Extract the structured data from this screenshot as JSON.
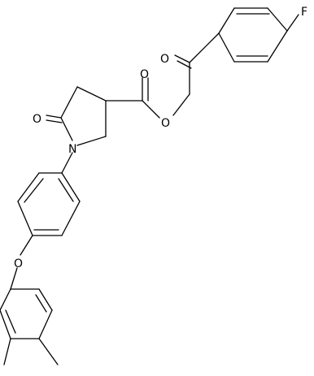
{
  "molecule": {
    "atoms": {
      "f": "F",
      "ketone_o": "O",
      "ester_carbonyl_o": "O",
      "ester_o": "O",
      "lactam_o": "O",
      "ring_n": "N",
      "ether_o": "O"
    }
  }
}
